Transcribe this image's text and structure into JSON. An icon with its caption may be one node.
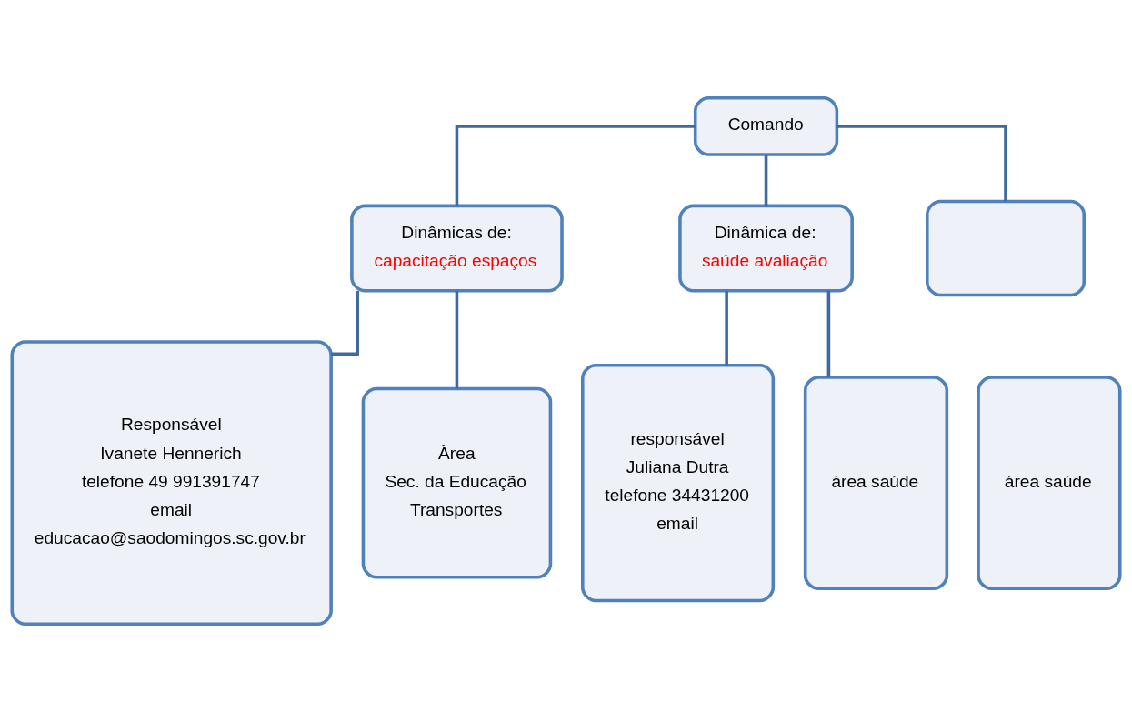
{
  "diagram": {
    "nodes": [
      {
        "text": [
          "Comando"
        ]
      },
      {
        "text": [
          "Dinâmicas de:",
          "capacitação espaços"
        ]
      },
      {
        "text": [
          "Dinâmica de:",
          "saúde avaliação"
        ]
      },
      {
        "text": [],
        "shape": "box"
      },
      {
        "text": [
          "Responsável",
          "Ivanete Hennerich",
          "telefone 49 991391747",
          "email",
          "educacao@saodomingos.sc.gov.br"
        ]
      },
      {
        "text": [
          "Àrea",
          "Sec. da Educação",
          "Transportes"
        ]
      },
      {
        "text": [
          "responsável",
          "Juliana Dutra",
          "telefone 34431200",
          "email"
        ]
      },
      {
        "text": [
          "área saúde"
        ]
      },
      {
        "text": [
          "área saúde"
        ]
      }
    ],
    "edges": [
      {
        "from": 0,
        "to": 1,
        "arrow": "none"
      },
      {
        "from": 0,
        "to": 2,
        "arrow": "none"
      },
      {
        "from": 0,
        "to": 3,
        "arrow": "none"
      },
      {
        "from": 1,
        "to": 4,
        "arrow": "none"
      },
      {
        "from": 1,
        "to": 5,
        "arrow": "none"
      },
      {
        "from": 2,
        "to": 6,
        "arrow": "none"
      },
      {
        "from": 2,
        "to": 7,
        "arrow": "none"
      }
    ]
  }
}
